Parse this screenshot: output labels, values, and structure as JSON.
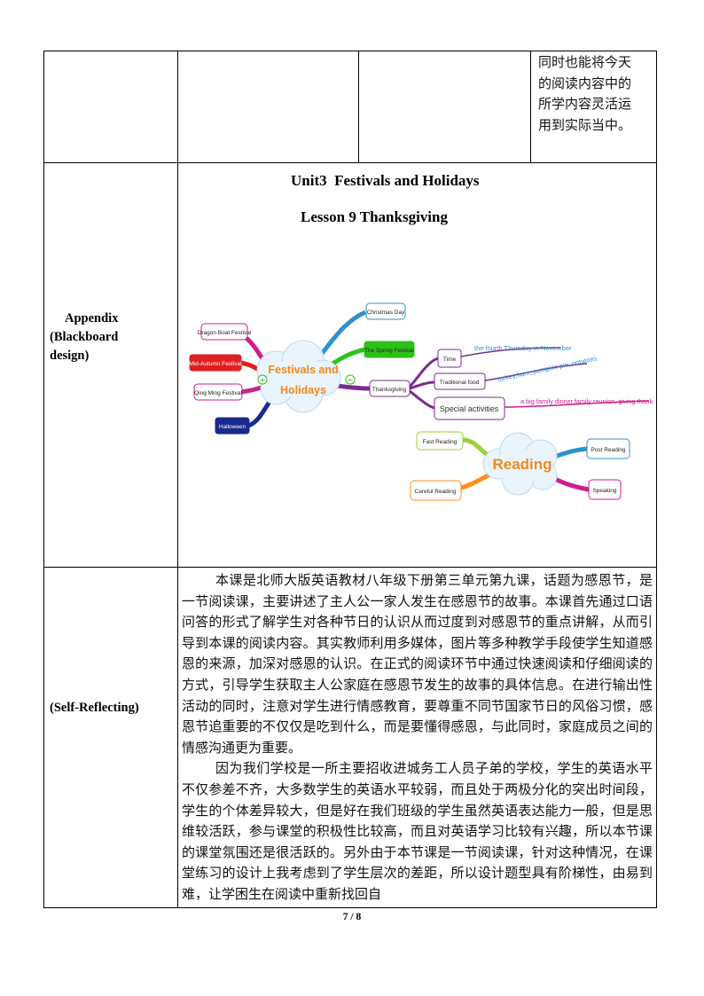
{
  "top_row": {
    "col4_text": "同时也能将今天的阅读内容中的所学内容灵活运用到实际当中。",
    "col4_lines": [
      "同时也能将今天",
      "的阅读内容中的",
      "所学内容灵活运",
      "用到实际当中。"
    ]
  },
  "appendix": {
    "label_lines": [
      "Appendix",
      "(Blackboard",
      "design)"
    ],
    "title": "Unit3  Festivals and Holidays",
    "subtitle": "Lesson 9 Thanksgiving",
    "mindmap": {
      "center1": "Festivals and Holidays",
      "center1_lines": [
        "Festivals and",
        "Holidays"
      ],
      "festivals": [
        "Dragon Boat Festival",
        "Mid-Autumn Festival",
        "Qing Ming Festival",
        "Halloween",
        "Christmas Day",
        "The Spring Festival",
        "Thanksgiving"
      ],
      "thanksgiving_branches": [
        "Time",
        "Traditional food",
        "Special activities"
      ],
      "thanksgiving_details": [
        "the fourth Thursday in November",
        "turkey,ham, pumpkin pie, potatoes",
        "a big family dinner,family reunion, giving thanks"
      ],
      "center2": "Reading",
      "reading_branches": [
        "Fast Reading",
        "Careful Reading",
        "Post Reading",
        "Speaking"
      ],
      "colors": {
        "magenta": "#cc1f8f",
        "teal": "#2b93c9",
        "purple": "#7b2d8e",
        "green": "#2cc11a",
        "red": "#e02020",
        "navy": "#1a2a8c"
      }
    }
  },
  "reflect": {
    "label": "(Self-Reflecting)",
    "paragraphs": [
      "本课是北师大版英语教材八年级下册第三单元第九课，话题为感恩节，是一节阅读课，主要讲述了主人公一家人发生在感恩节的故事。本课首先通过口语问答的形式了解学生对各种节日的认识从而过度到对感恩节的重点讲解，从而引导到本课的阅读内容。其实教师利用多媒体，图片等多种教学手段使学生知道感恩的来源，加深对感恩的认识。在正式的阅读环节中通过快速阅读和仔细阅读的方式，引导学生获取主人公家庭在感恩节发生的故事的具体信息。在进行输出性活动的同时，注意对学生进行情感教育，要尊重不同节国家节日的风俗习惯，感恩节追重要的不仅仅是吃到什么，而是要懂得感恩，与此同时，家庭成员之间的情感沟通更为重要。",
      "因为我们学校是一所主要招收进城务工人员子弟的学校，学生的英语水平不仅参差不齐，大多数学生的英语水平较弱，而且处于两极分化的突出时间段，学生的个体差异较大，但是好在我们班级的学生虽然英语表达能力一般，但是思维较活跃，参与课堂的积极性比较高，而且对英语学习比较有兴趣，所以本节课的课堂氛围还是很活跃的。另外由于本节课是一节阅读课，针对这种情况，在课堂练习的设计上我考虑到了学生层次的差距，所以设计题型具有阶梯性，由易到难，让学困生在阅读中重新找回自"
    ]
  },
  "footer": {
    "page": "7 / 8"
  }
}
